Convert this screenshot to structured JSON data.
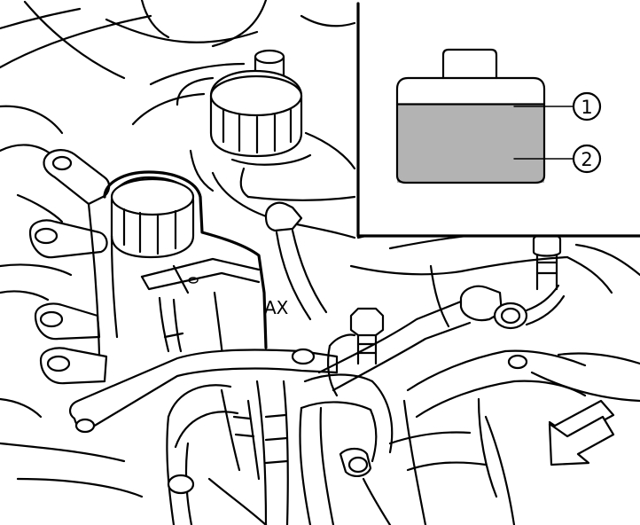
{
  "inset": {
    "callouts": [
      {
        "number": "1"
      },
      {
        "number": "2"
      }
    ],
    "fluid_level_fraction": 0.75,
    "fluid_color": "#b3b3b3"
  },
  "engine_bay": {
    "marking_text": "AX"
  },
  "arrow": {
    "icon": "down-left-arrow-icon"
  }
}
